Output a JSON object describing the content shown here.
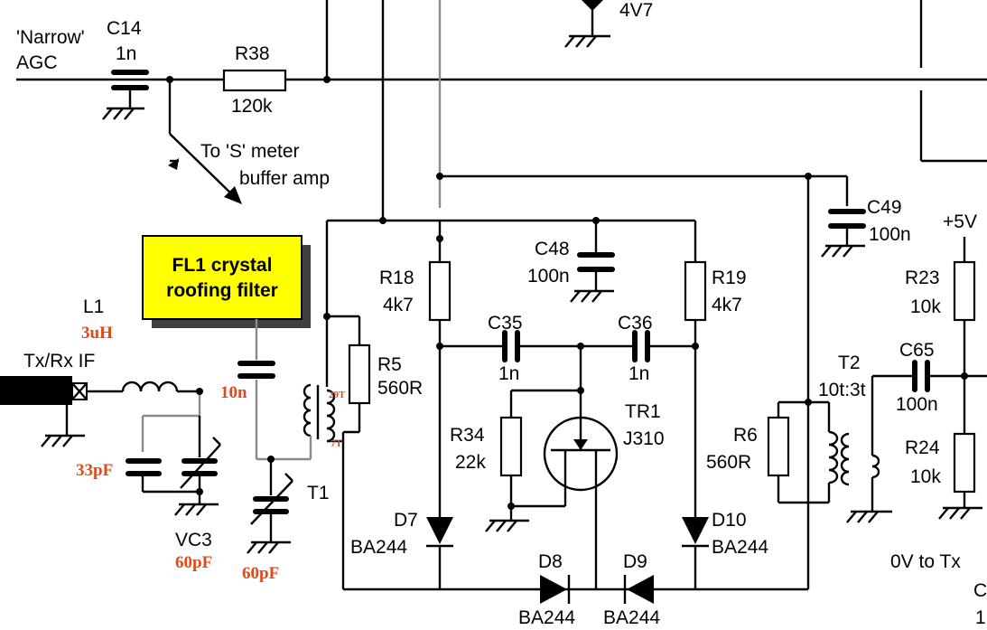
{
  "labels": {
    "narrow_agc_1": "'Narrow'",
    "narrow_agc_2": "AGC",
    "c14": "C14",
    "c14_val": "1n",
    "r38": "R38",
    "r38_val": "120k",
    "s_meter_1": "To 'S' meter",
    "s_meter_2": "buffer amp",
    "v47": "4V7",
    "fl1_1": "FL1 crystal",
    "fl1_2": "roofing filter",
    "l1": "L1",
    "l1_val": "3uH",
    "txrx": "Tx/Rx IF",
    "c_10n": "10n",
    "c_33pf": "33pF",
    "vc3": "VC3",
    "vc3_val": "60pF",
    "t1_cap_val": "60pF",
    "t1": "T1",
    "t1_29t": "29T",
    "t1_7t": "7T",
    "r5": "R5",
    "r5_val": "560R",
    "r18": "R18",
    "r18_val": "4k7",
    "r19": "R19",
    "r19_val": "4k7",
    "c48": "C48",
    "c48_val": "100n",
    "c35": "C35",
    "c35_val": "1n",
    "c36": "C36",
    "c36_val": "1n",
    "r34": "R34",
    "r34_val": "22k",
    "tr1": "TR1",
    "tr1_val": "J310",
    "d7": "D7",
    "d7_val": "BA244",
    "d8": "D8",
    "d8_val": "BA244",
    "d9": "D9",
    "d9_val": "BA244",
    "d10": "D10",
    "d10_val": "BA244",
    "c49": "C49",
    "c49_val": "100n",
    "plus5v": "+5V",
    "r23": "R23",
    "r23_val": "10k",
    "c65": "C65",
    "c65_val": "100n",
    "t2": "T2",
    "t2_val": "10t:3t",
    "r6": "R6",
    "r6_val": "560R",
    "r24": "R24",
    "r24_val": "10k",
    "ov_tx": "0V to Tx",
    "edge_c": "C",
    "edge_1": "1"
  },
  "colors": {
    "wire": "#000000",
    "grey_wire": "#8a8a8a",
    "filter_box": "#ffff00",
    "red_text": "#e04a1a",
    "connector": "#000000"
  }
}
